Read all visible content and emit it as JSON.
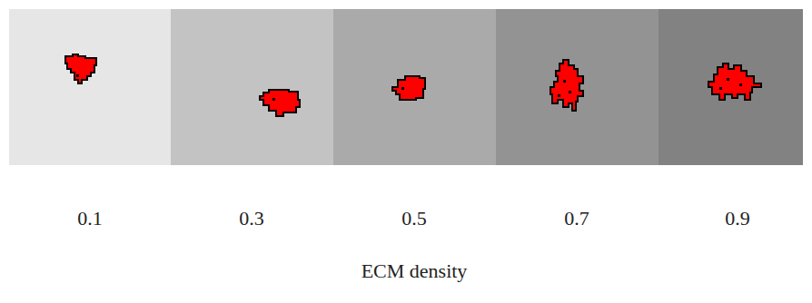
{
  "diagram": {
    "labels": [
      "0.1",
      "0.3",
      "0.5",
      "0.7",
      "0.9",
      "ECM density"
    ]
  }
}
